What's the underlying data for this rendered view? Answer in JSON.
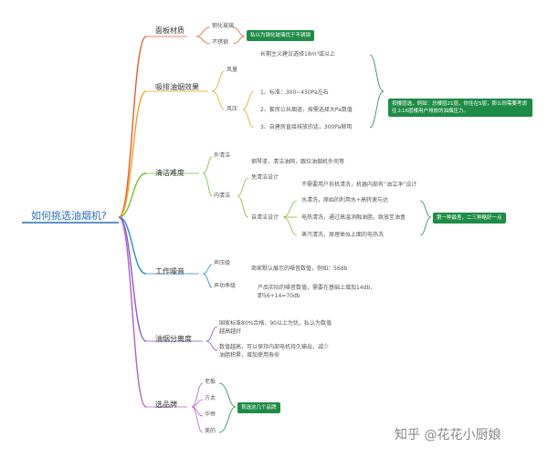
{
  "root": "如何挑选油烟机?",
  "categories": [
    {
      "label": "面板材质",
      "items": [
        "钢化玻璃",
        "不锈钢"
      ],
      "note": "私以为钢化玻璃优于不锈钢"
    },
    {
      "label": "吸排油烟效果",
      "fengliang": {
        "label": "风量",
        "text": "长期主义建议选择18m³或以上"
      },
      "fengya": {
        "label": "风压",
        "items": [
          "1、标准：300~450Pa左右",
          "2、套房公共烟道，按需选择大Pa数值",
          "3、自建房直接排放的话，300Pa够用"
        ]
      },
      "note": "按楼层选，例如：总楼层21层，你住在5层，那么你需要考虑往上16层楼用户排放的油烟压力。"
    },
    {
      "label": "清洁难度",
      "wai": {
        "label": "外清洁",
        "text": "钢琴漆，清洁油网，跟拉油烟机外壳等"
      },
      "nei": {
        "label": "内清洁",
        "mian": {
          "label": "免清洁设计",
          "text": "不需要用户拆机清洗，机器内部有“油立净”设计"
        },
        "zi": {
          "label": "自清洁设计",
          "items": [
            "水清洗，原始的利用水+高转速与达",
            "电热清洗，通过高温消融油脂，致放至油盒",
            "蒸汽清洗，原理类似上面的电热洗"
          ]
        }
      },
      "note": "第一种最差，二三种略好一点"
    },
    {
      "label": "工作噪音",
      "items": [
        {
          "label": "声压级",
          "text": "商家默认展示的噪音数值，例如：56db"
        },
        {
          "label": "声功率级",
          "text": "产品实际的噪音数值，需要在基础上增加14db，即56+14=70db"
        }
      ]
    },
    {
      "label": "油烟分离度",
      "items": [
        "国家标准80%合格，90以上为优，私认为数值越高越好",
        "数值越高，可以保持内部电机持久输出，减少油脂积累，增加使用寿命"
      ]
    },
    {
      "label": "选品牌",
      "items": [
        "老板",
        "方太",
        "华帝",
        "美的"
      ],
      "note": "首选这几个品牌"
    }
  ],
  "watermark": "知乎 @花花小厨娘"
}
